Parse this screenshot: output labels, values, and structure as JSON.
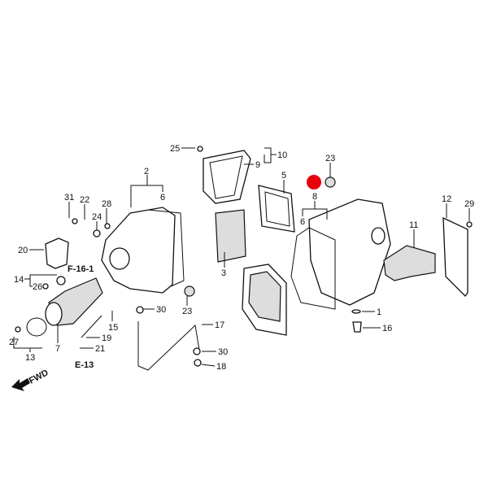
{
  "diagram": {
    "marker_color": "#e8000b",
    "labels": {
      "p25": "25",
      "p10": "10",
      "p9": "9",
      "p2": "2",
      "p6a": "6",
      "p5": "5",
      "p23a": "23",
      "p8": "8",
      "p6b": "6",
      "p31": "31",
      "p22": "22",
      "p28": "28",
      "p24": "24",
      "p20": "20",
      "p14": "14",
      "p26": "26",
      "p3": "3",
      "p12": "12",
      "p29": "29",
      "p11": "11",
      "p30a": "30",
      "p23b": "23",
      "p15": "15",
      "p17": "17",
      "p19": "19",
      "p21": "21",
      "p27": "27",
      "p7": "7",
      "p13": "13",
      "p30b": "30",
      "p18": "18",
      "p1": "1",
      "p16": "16"
    },
    "refs": {
      "f16": "F-16-1",
      "e13": "E-13",
      "fwd": "FWD"
    }
  }
}
